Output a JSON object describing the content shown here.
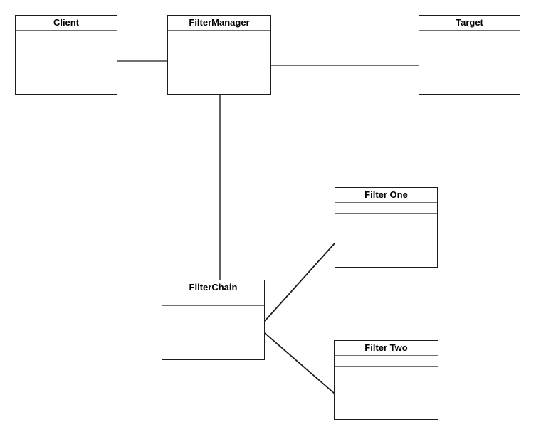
{
  "diagram": {
    "background_color": "#ffffff",
    "line_color": "#1c1c1c",
    "separator_color": "#6e6e6e",
    "text_color": "#000000",
    "classes": [
      {
        "label": "Client",
        "attributes": [],
        "methods": []
      },
      {
        "label": "FilterManager",
        "attributes": [],
        "methods": []
      },
      {
        "label": "Target",
        "attributes": [],
        "methods": []
      },
      {
        "label": "Filter One",
        "attributes": [],
        "methods": []
      },
      {
        "label": "FilterChain",
        "attributes": [],
        "methods": []
      },
      {
        "label": "Filter Two",
        "attributes": [],
        "methods": []
      }
    ],
    "relationships": [
      {
        "from": "Client",
        "to": "FilterManager",
        "type": "association"
      },
      {
        "from": "FilterManager",
        "to": "Target",
        "type": "association"
      },
      {
        "from": "FilterManager",
        "to": "FilterChain",
        "type": "association"
      },
      {
        "from": "FilterChain",
        "to": "Filter One",
        "type": "association"
      },
      {
        "from": "FilterChain",
        "to": "Filter Two",
        "type": "association"
      }
    ]
  }
}
